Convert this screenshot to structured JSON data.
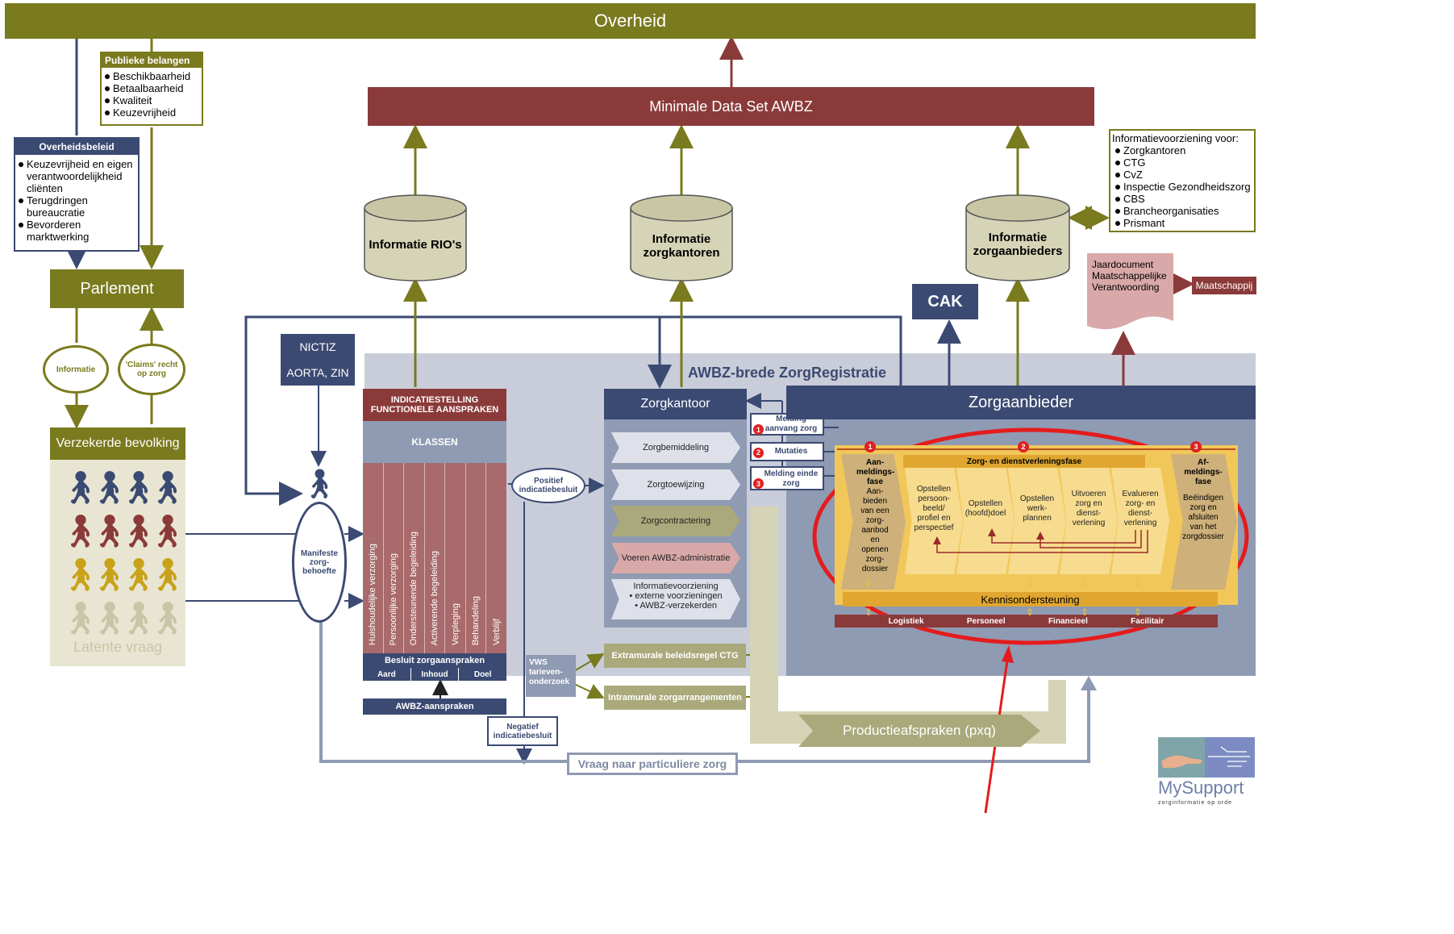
{
  "overheid": "Overheid",
  "publieke_belangen": {
    "title": "Publieke belangen",
    "items": [
      "Beschikbaarheid",
      "Betaalbaarheid",
      "Kwaliteit",
      "Keuzevrijheid"
    ]
  },
  "overheidsbeleid": {
    "title": "Overheidsbeleid",
    "items": [
      "Keuzevrijheid en eigen verantwoordelijkheid cliënten",
      "Terugdringen bureaucratie",
      "Bevorderen marktwerking"
    ]
  },
  "parlement": "Parlement",
  "informatie_oval": "Informatie",
  "claims_oval": "'Claims' recht op zorg",
  "verzekerde_bevolking": "Verzekerde bevolking",
  "latente_vraag": "Latente vraag",
  "mds": "Minimale Data Set AWBZ",
  "db_rio": "Informatie RIO's",
  "db_zorgkantoren": "Informatie zorgkantoren",
  "db_zorgaanbieders": "Informatie zorgaanbieders",
  "infovoorziening": {
    "title": "Informatievoorziening voor:",
    "items": [
      "Zorgkantoren",
      "CTG",
      "CvZ",
      "Inspectie Gezondheidszorg",
      "CBS",
      "Brancheorganisaties",
      "Prismant"
    ]
  },
  "jaardocument": "Jaardocument Maatschappelijke Verantwoording",
  "maatschappij": "Maatschappij",
  "cak": "CAK",
  "nictiz": {
    "line1": "NICTIZ",
    "line2": "AORTA, ZIN"
  },
  "awbz_brede": "AWBZ-brede ZorgRegistratie",
  "indicatiestelling": "INDICATIESTELLING FUNCTIONELE AANSPRAKEN",
  "klassen": "KLASSEN",
  "klassen_items": [
    "Huishoudelijke verzorging",
    "Persoonlijke verzorging",
    "Ondersteunende begeleiding",
    "Activerende begeleiding",
    "Verpleging",
    "Behandeling",
    "Verblijf"
  ],
  "besluit": "Besluit zorgaanspraken",
  "besluit_cols": [
    "Aard",
    "Inhoud",
    "Doel"
  ],
  "awbz_aanspraken": "AWBZ-aanspraken",
  "manifeste": "Manifeste zorg-behoefte",
  "positief": "Positief indicatiebesluit",
  "negatief": "Negatief indicatiebesluit",
  "zorgkantoor": "Zorgkantoor",
  "zk_items": [
    "Zorgbemiddeling",
    "Zorgtoewijzing",
    "Zorgcontractering",
    "Voeren AWBZ-administratie"
  ],
  "zk_info": {
    "title": "Informatievoorziening",
    "items": [
      "externe voorzieningen",
      "AWBZ-verzekerden"
    ]
  },
  "meldingen": [
    {
      "num": "1",
      "label": "Melding aanvang zorg"
    },
    {
      "num": "2",
      "label": "Mutaties"
    },
    {
      "num": "3",
      "label": "Melding einde zorg"
    }
  ],
  "zorgaanbieder": "Zorgaanbieder",
  "phases": {
    "fase1": {
      "num": "1",
      "title": "Aan-meldings-fase",
      "text": "Aan-bieden van een zorg-aanbod en openen zorg-dossier"
    },
    "fase2": {
      "num": "2",
      "title": "Zorg- en dienstverleningsfase",
      "steps": [
        "Opstellen persoon-beeld/ profiel en perspectief",
        "Opstellen (hoofd)doel",
        "Opstellen werk-plannen",
        "Uitvoeren zorg en dienst-verlening",
        "Evalueren zorg- en dienst-verlening"
      ]
    },
    "fase3": {
      "num": "3",
      "title": "Af-meldings-fase",
      "text": "Beëindigen zorg en afsluiten van het zorgdossier"
    }
  },
  "kennis": "Kennisondersteuning",
  "support_items": [
    "Logistiek",
    "Personeel",
    "Financieel",
    "Facilitair"
  ],
  "vws": "VWS tarieven-onderzoek",
  "extramurale": "Extramurale beleidsregel CTG",
  "intramurale": "Intramurale zorgarrangementen",
  "productie": "Productieafspraken (pxq)",
  "vraag_particulier": "Vraag naar particuliere zorg",
  "logo": {
    "name": "MySupport",
    "tagline": "zorginformatie op orde"
  },
  "colors": {
    "olive": "#7a7a1e",
    "navy": "#3b4a72",
    "maroon": "#8b3a3a",
    "red_ellipse": "#e41c1c"
  }
}
